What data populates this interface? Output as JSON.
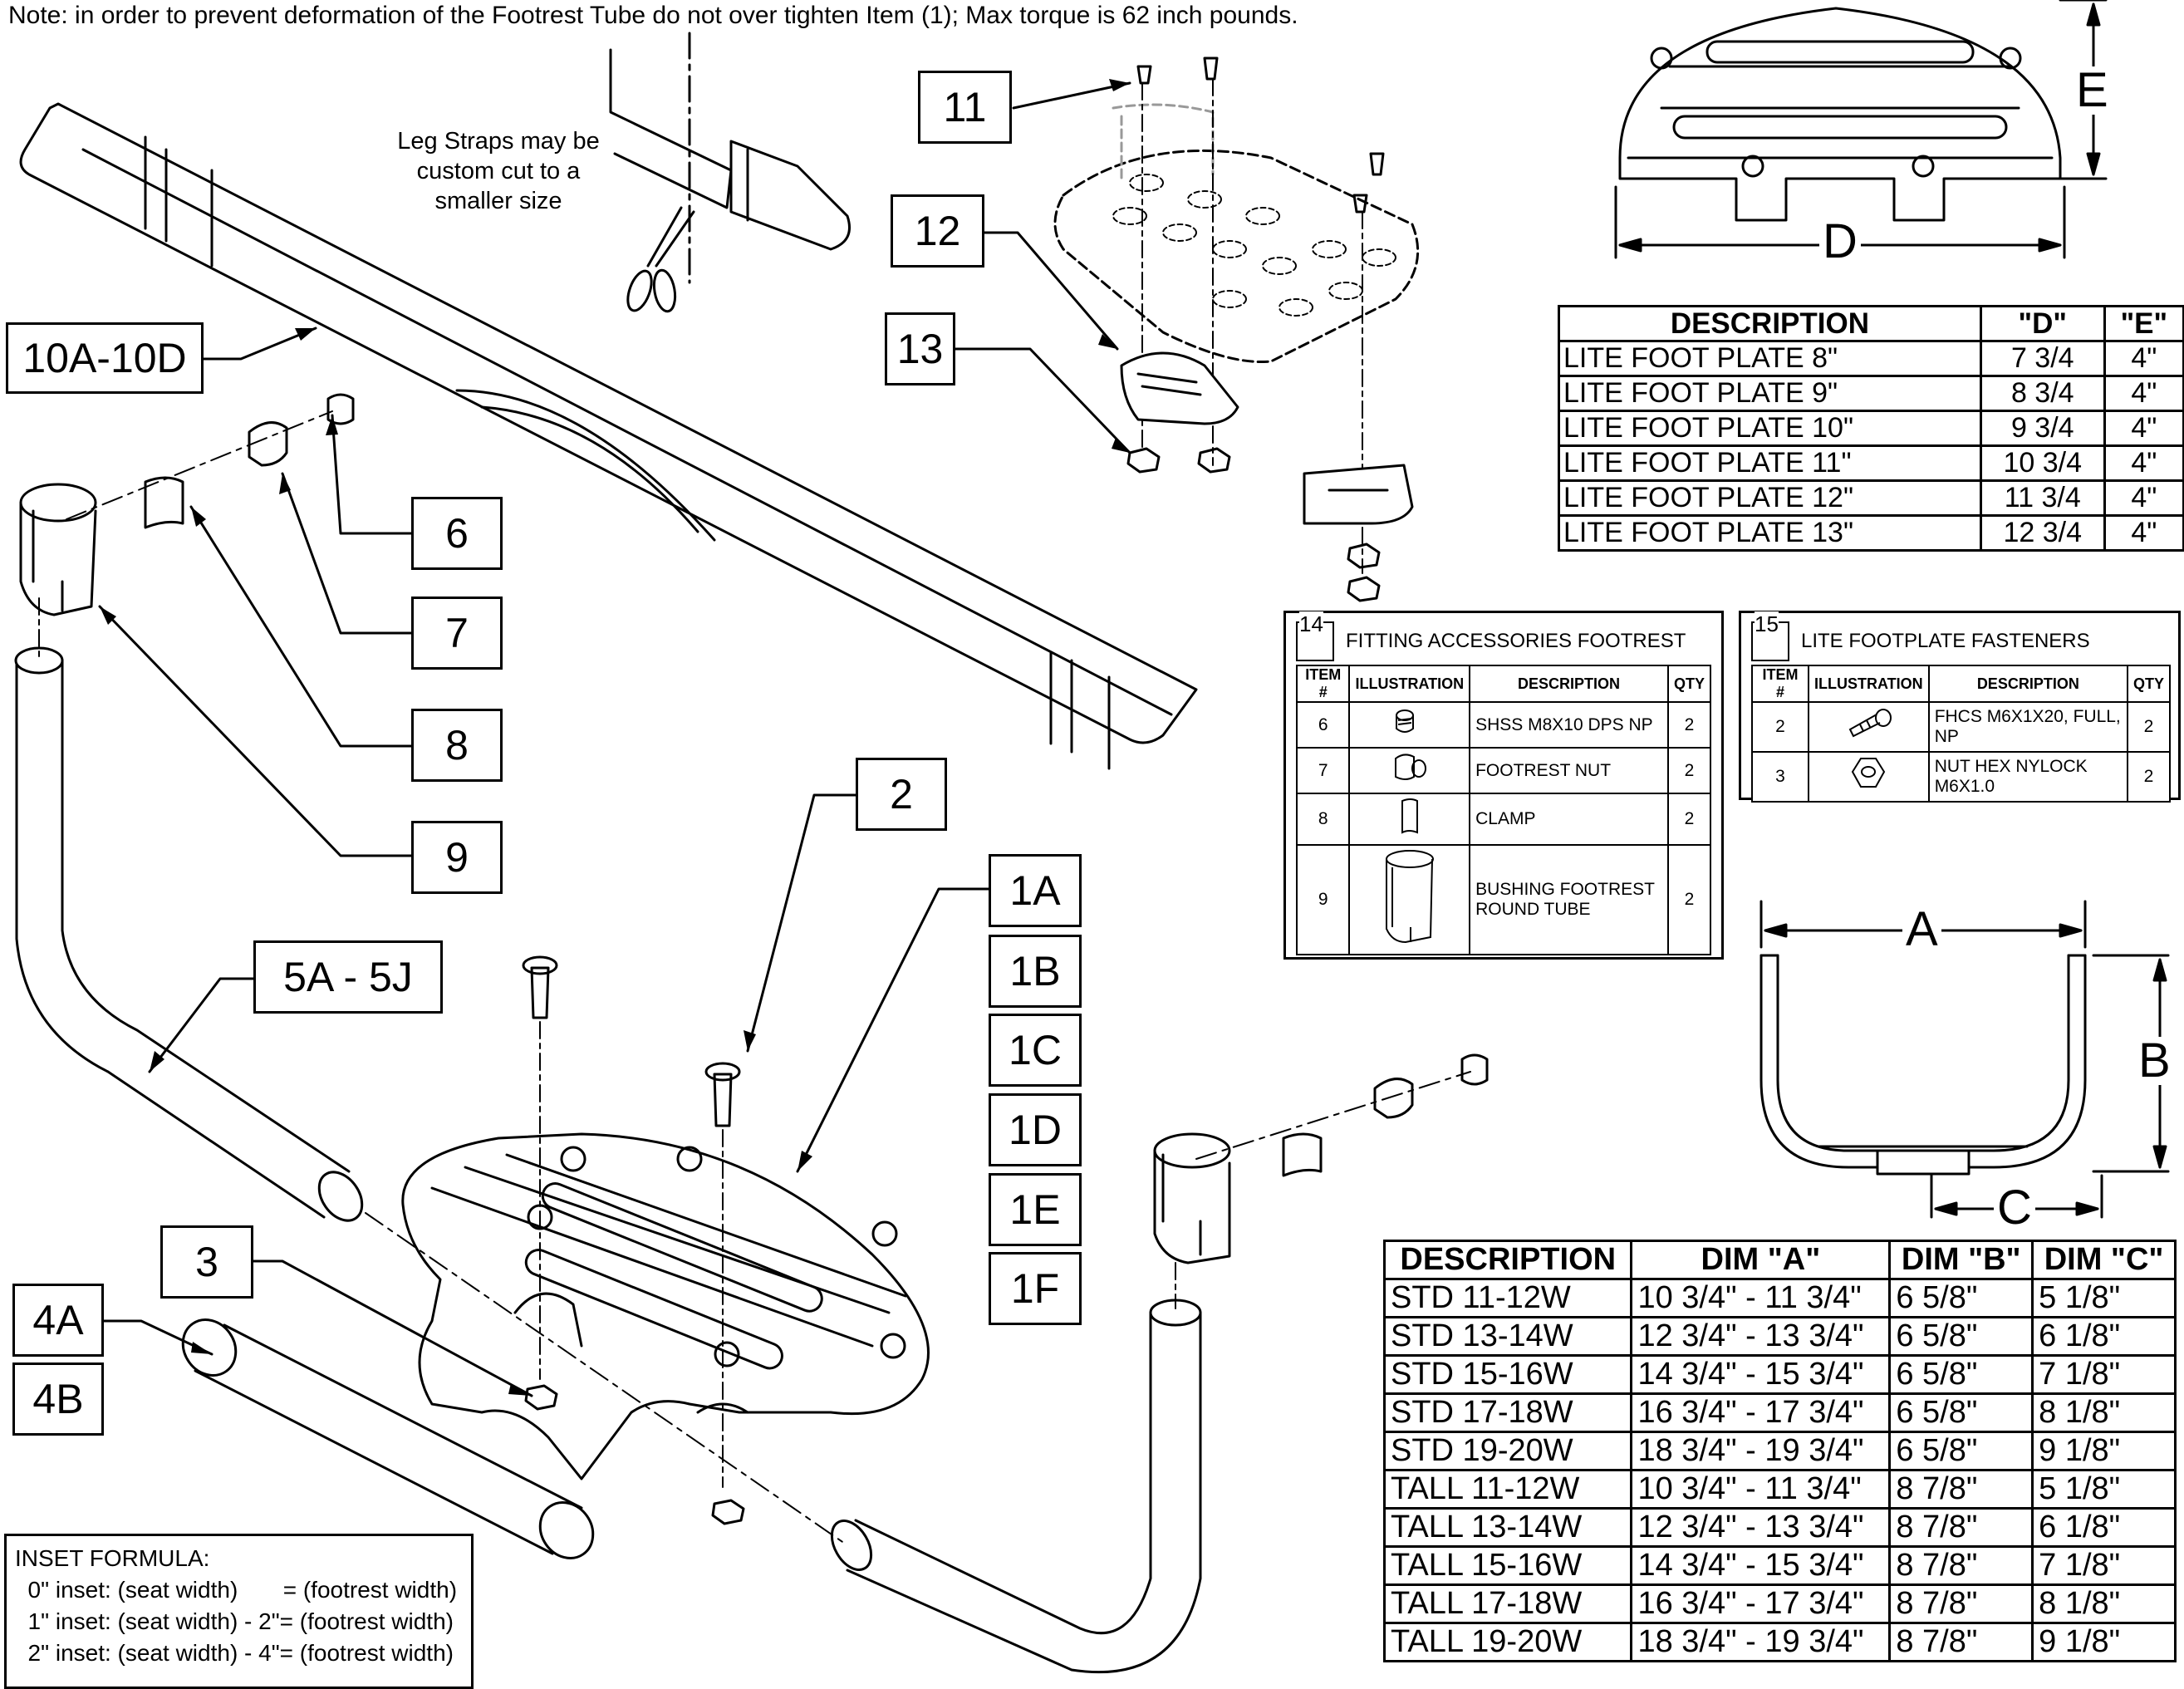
{
  "note": "Note: in order to prevent deformation of the Footrest Tube do not over tighten Item (1); Max torque is 62 inch pounds.",
  "leg_strap_note": [
    "Leg Straps may be",
    "custom cut to a",
    "smaller size"
  ],
  "callouts": {
    "c_10a_10d": "10A-10D",
    "c_11": "11",
    "c_12": "12",
    "c_13": "13",
    "c_6": "6",
    "c_7": "7",
    "c_8": "8",
    "c_9": "9",
    "c_2": "2",
    "c_1a": "1A",
    "c_1b": "1B",
    "c_1c": "1C",
    "c_1d": "1D",
    "c_1e": "1E",
    "c_1f": "1F",
    "c_5a_5j": "5A - 5J",
    "c_3": "3",
    "c_4a": "4A",
    "c_4b": "4B"
  },
  "dim_labels": {
    "d": "D",
    "e": "E",
    "a": "A",
    "b": "B",
    "c": "C"
  },
  "footplate_table": {
    "headers": [
      "DESCRIPTION",
      "\"D\"",
      "\"E\""
    ],
    "rows": [
      [
        "LITE FOOT PLATE 8\"",
        "7 3/4",
        "4\""
      ],
      [
        "LITE FOOT PLATE 9\"",
        "8 3/4",
        "4\""
      ],
      [
        "LITE FOOT PLATE 10\"",
        "9 3/4",
        "4\""
      ],
      [
        "LITE FOOT PLATE 11\"",
        "10 3/4",
        "4\""
      ],
      [
        "LITE FOOT PLATE 12\"",
        "11 3/4",
        "4\""
      ],
      [
        "LITE FOOT PLATE 13\"",
        "12 3/4",
        "4\""
      ]
    ]
  },
  "fitting_panel": {
    "number": "14",
    "title": "FITTING ACCESSORIES FOOTREST",
    "headers": [
      "ITEM #",
      "ILLUSTRATION",
      "DESCRIPTION",
      "QTY"
    ],
    "rows": [
      {
        "item": "6",
        "desc": "SHSS M8X10 DPS NP",
        "qty": "2",
        "icon": "set-screw-icon"
      },
      {
        "item": "7",
        "desc": "FOOTREST NUT",
        "qty": "2",
        "icon": "footrest-nut-icon"
      },
      {
        "item": "8",
        "desc": "CLAMP",
        "qty": "2",
        "icon": "clamp-icon"
      },
      {
        "item": "9",
        "desc": "BUSHING FOOTREST ROUND TUBE",
        "qty": "2",
        "icon": "bushing-icon"
      }
    ]
  },
  "fastener_panel": {
    "number": "15",
    "title": "LITE FOOTPLATE FASTENERS",
    "headers": [
      "ITEM #",
      "ILLUSTRATION",
      "DESCRIPTION",
      "QTY"
    ],
    "rows": [
      {
        "item": "2",
        "desc": "FHCS M6X1X20, FULL, NP",
        "qty": "2",
        "icon": "flat-head-screw-icon"
      },
      {
        "item": "3",
        "desc": "NUT HEX NYLOCK M6X1.0",
        "qty": "2",
        "icon": "hex-nut-icon"
      }
    ]
  },
  "dims_table": {
    "headers": [
      "DESCRIPTION",
      "DIM \"A\"",
      "DIM \"B\"",
      "DIM \"C\""
    ],
    "rows": [
      [
        "STD 11-12W",
        "10 3/4\" - 11 3/4\"",
        "6 5/8\"",
        "5 1/8\""
      ],
      [
        "STD 13-14W",
        "12 3/4\" - 13 3/4\"",
        "6 5/8\"",
        "6 1/8\""
      ],
      [
        "STD 15-16W",
        "14 3/4\" - 15 3/4\"",
        "6 5/8\"",
        "7 1/8\""
      ],
      [
        "STD 17-18W",
        "16 3/4\" - 17 3/4\"",
        "6 5/8\"",
        "8 1/8\""
      ],
      [
        "STD 19-20W",
        "18 3/4\" - 19 3/4\"",
        "6 5/8\"",
        "9 1/8\""
      ],
      [
        "TALL 11-12W",
        "10 3/4\" - 11 3/4\"",
        "8 7/8\"",
        "5 1/8\""
      ],
      [
        "TALL 13-14W",
        "12 3/4\" - 13 3/4\"",
        "8 7/8\"",
        "6 1/8\""
      ],
      [
        "TALL 15-16W",
        "14 3/4\" - 15 3/4\"",
        "8 7/8\"",
        "7 1/8\""
      ],
      [
        "TALL 17-18W",
        "16 3/4\" - 17 3/4\"",
        "8 7/8\"",
        "8 1/8\""
      ],
      [
        "TALL 19-20W",
        "18 3/4\" - 19 3/4\"",
        "8 7/8\"",
        "9 1/8\""
      ]
    ]
  },
  "inset_formula": {
    "title": "INSET FORMULA:",
    "lines": [
      "  0\" inset: (seat width)       = (footrest width)",
      "  1\" inset: (seat width) - 2\"= (footrest width)",
      "  2\" inset: (seat width) - 4\"= (footrest width)"
    ]
  }
}
